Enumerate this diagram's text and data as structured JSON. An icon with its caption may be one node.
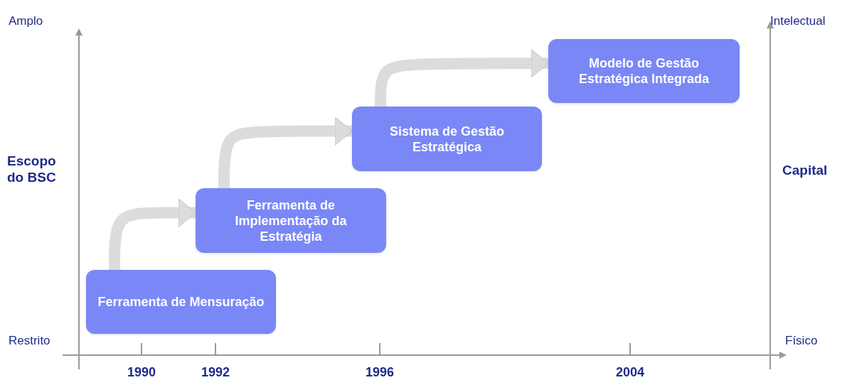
{
  "diagram": {
    "nodes": [
      {
        "text": [
          "Ferramenta de Mensuração"
        ]
      },
      {
        "text": [
          "Ferramenta de Implementação da Estratégia"
        ]
      },
      {
        "text": [
          "Sistema de Gestão Estratégica"
        ]
      },
      {
        "text": [
          "Modelo de Gestão Estratégica Integrada"
        ]
      }
    ],
    "edges": [
      {
        "from": 0,
        "to": 1,
        "arrow": "to"
      },
      {
        "from": 1,
        "to": 2,
        "arrow": "to"
      },
      {
        "from": 2,
        "to": 3,
        "arrow": "to"
      }
    ],
    "labels": [
      "Amplo",
      "Intelectual",
      "Escopo do BSC",
      "Capital",
      "Restrito",
      "Físico",
      "1990",
      "1992",
      "1996",
      "2004"
    ]
  }
}
